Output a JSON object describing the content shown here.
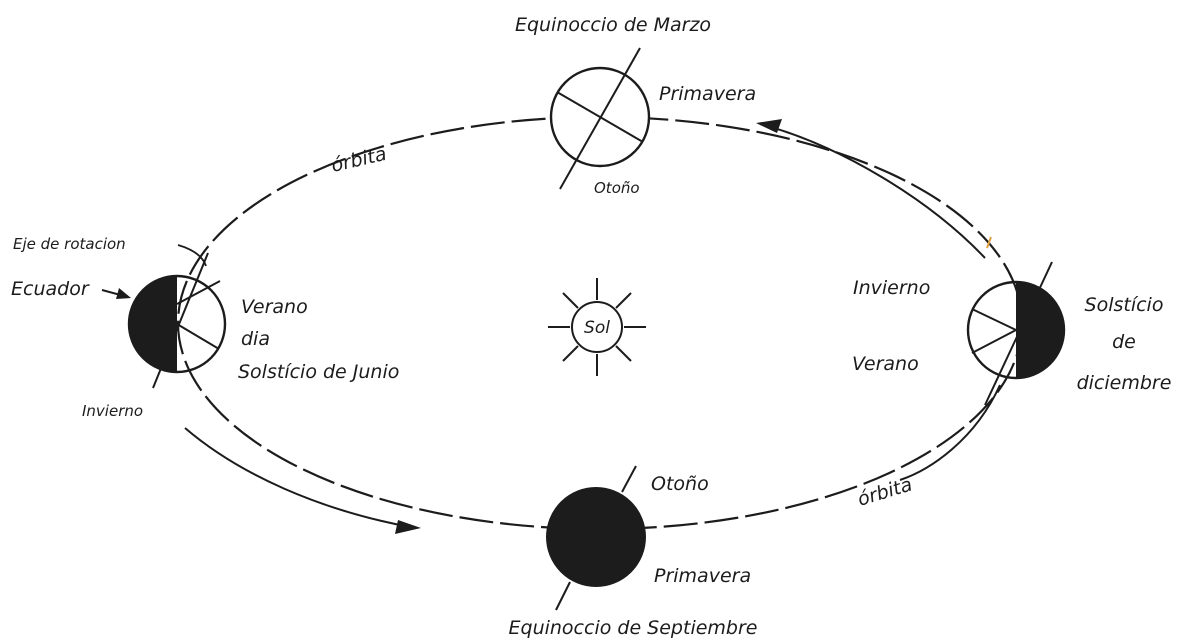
{
  "labels": {
    "march_equinox": "Equinoccio de Marzo",
    "march_spring": "Primavera",
    "march_autumn": "Otoño",
    "orbit_top": "órbita",
    "orbit_bottom": "órbita",
    "axis": "Eje de rotacion",
    "equator": "Ecuador",
    "june_summer": "Verano",
    "june_day": "dia",
    "june_solstice": "Solstício de Junio",
    "june_winter": "Invierno",
    "sun": "Sol",
    "december_winter": "Invierno",
    "december_summer": "Verano",
    "december_solstice_1": "Solstício",
    "december_solstice_2": "de",
    "december_solstice_3": "diciembre",
    "september_autumn": "Otoño",
    "september_spring": "Primavera",
    "september_equinox": "Equinoccio de Septiembre"
  },
  "colors": {
    "ink": "#1c1c1c",
    "background": "#ffffff",
    "accent_tick": "#e0a040"
  }
}
